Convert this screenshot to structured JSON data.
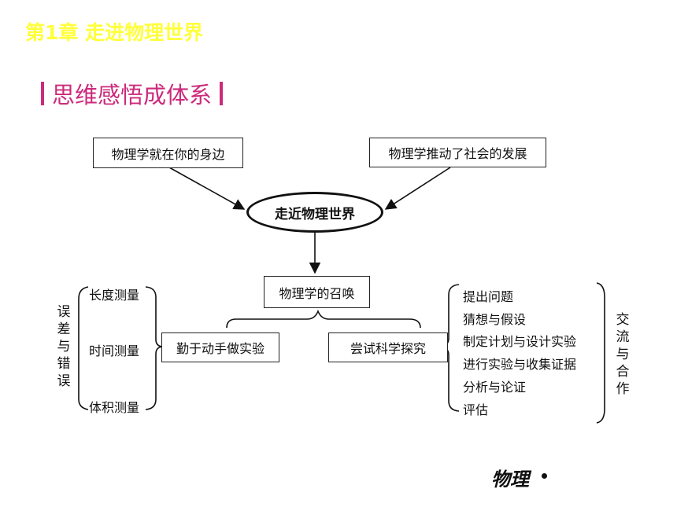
{
  "header": {
    "chapter_title": "第1章  走进物理世界",
    "section_title": "思维感悟成体系"
  },
  "diagram": {
    "top_left": "物理学就在你的身边",
    "top_right": "物理学推动了社会的发展",
    "center": "走近物理世界",
    "calling": "物理学的召唤",
    "left_branch": "勤于动手做实验",
    "right_branch": "尝试科学探究",
    "measurements": [
      "长度测量",
      "时间测量",
      "体积测量"
    ],
    "left_side_label": [
      "误",
      "差",
      "与",
      "错",
      "误"
    ],
    "inquiry_steps": [
      "提出问题",
      "猜想与假设",
      "制定计划与设计实验",
      "进行实验与收集证据",
      "分析与论证",
      "评估"
    ],
    "right_side_label": [
      "交",
      "流",
      "与",
      "合",
      "作"
    ]
  },
  "footer": {
    "subject": "物理"
  },
  "colors": {
    "chapter_title": "#ffff3c",
    "section_title": "#cc2a7b"
  }
}
